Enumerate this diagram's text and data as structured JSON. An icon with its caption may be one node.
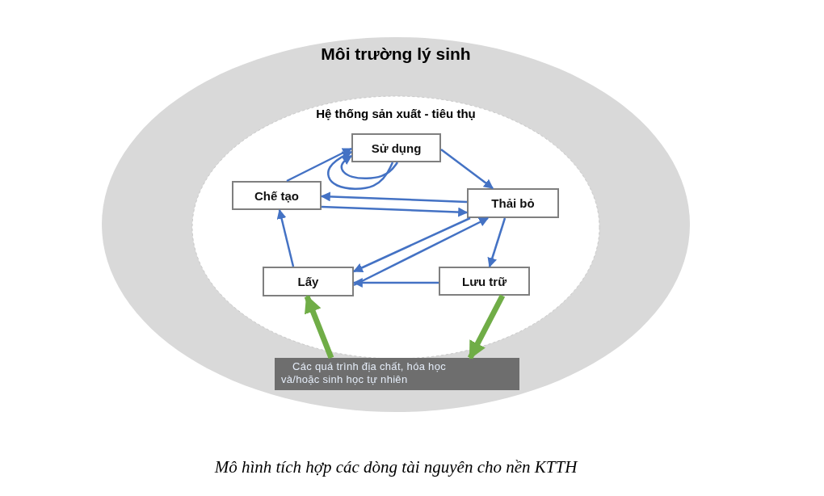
{
  "diagram": {
    "caption": "Mô hình tích hợp các dòng tài nguyên cho nền KTTH",
    "nodes": [
      {
        "text": [
          "Môi trường lý sinh"
        ]
      },
      {
        "text": [
          "Hệ thống sản xuất - tiêu thụ"
        ],
        "in": 0
      },
      {
        "text": [
          "Sử dụng"
        ],
        "in": 1
      },
      {
        "text": [
          "Chế tạo"
        ],
        "in": 1
      },
      {
        "text": [
          "Thải bỏ"
        ],
        "in": 1
      },
      {
        "text": [
          "Lấy"
        ],
        "in": 1
      },
      {
        "text": [
          "Lưu trữ"
        ],
        "in": 1
      },
      {
        "text": [
          "Các quá trình địa chất, hóa học và/hoặc sinh học tự nhiên"
        ],
        "in": 0
      }
    ],
    "edges": [
      {
        "from": 3,
        "to": 2,
        "arrow": "to"
      },
      {
        "from": 2,
        "to": 2,
        "arrow": "to"
      },
      {
        "from": 2,
        "to": 2,
        "arrow": "to"
      },
      {
        "from": 2,
        "to": 4,
        "arrow": "to"
      },
      {
        "from": 4,
        "to": 3,
        "arrow": "to"
      },
      {
        "from": 3,
        "to": 4,
        "arrow": "to"
      },
      {
        "from": 4,
        "to": 5,
        "arrow": "to"
      },
      {
        "from": 5,
        "to": 4,
        "arrow": "to"
      },
      {
        "from": 4,
        "to": 6,
        "arrow": "to"
      },
      {
        "from": 6,
        "to": 5,
        "arrow": "to"
      },
      {
        "from": 5,
        "to": 3,
        "arrow": "to"
      },
      {
        "from": 7,
        "to": 5,
        "arrow": "to",
        "style": "thick",
        "color": "#70ad47"
      },
      {
        "from": 6,
        "to": 7,
        "arrow": "to",
        "style": "thick",
        "color": "#70ad47"
      }
    ]
  }
}
